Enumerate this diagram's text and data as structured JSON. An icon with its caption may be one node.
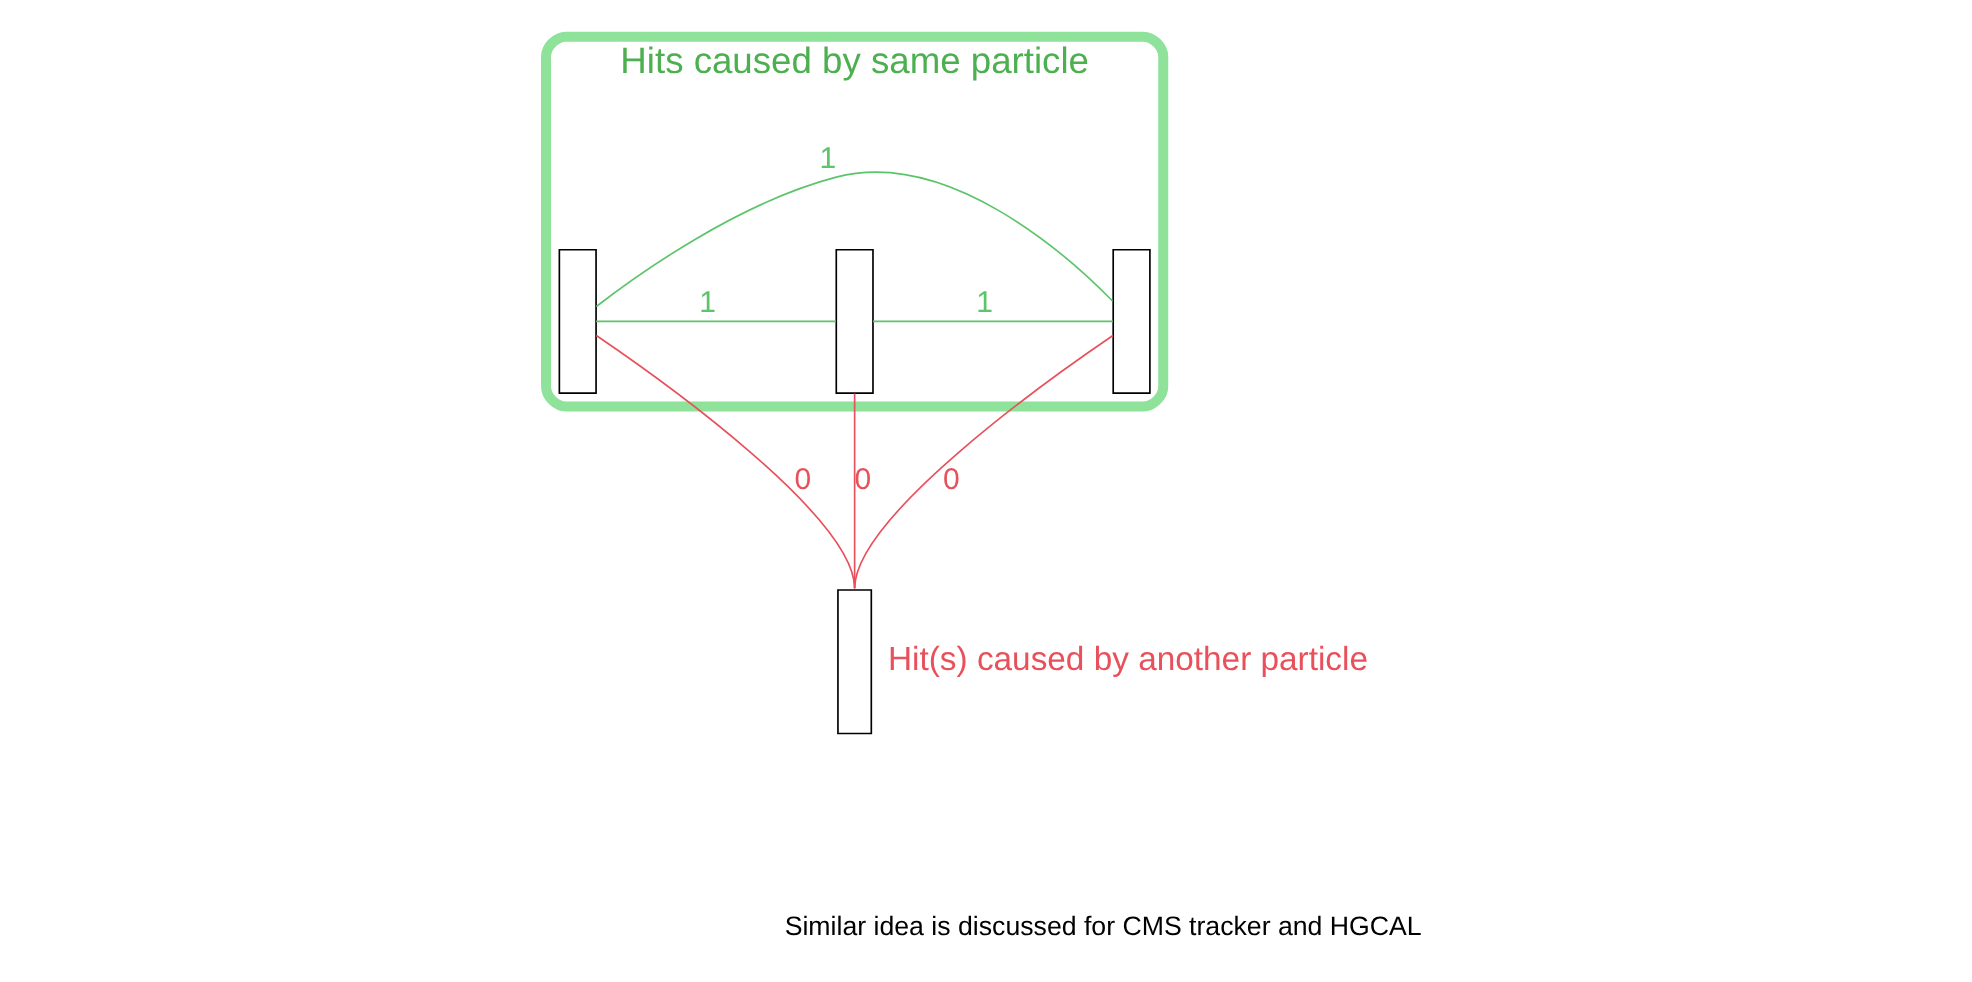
{
  "diagram": {
    "nodes": [
      {
        "text": [
          "Hits caused by same particle"
        ]
      },
      {
        "text": [],
        "shape": "bar",
        "in": 0
      },
      {
        "text": [],
        "shape": "bar",
        "in": 0
      },
      {
        "text": [],
        "shape": "bar",
        "in": 0
      },
      {
        "text": [],
        "shape": "bar",
        "beside": [
          "Hit(s) caused by another particle"
        ]
      }
    ],
    "edges": [
      {
        "from": 1,
        "to": 3,
        "arrow": "none",
        "label": "1",
        "color": "#5cc46a"
      },
      {
        "from": 1,
        "to": 2,
        "arrow": "none",
        "label": "1",
        "color": "#5cc46a"
      },
      {
        "from": 2,
        "to": 3,
        "arrow": "none",
        "label": "1",
        "color": "#5cc46a"
      },
      {
        "from": 1,
        "to": 4,
        "arrow": "none",
        "label": "0",
        "color": "#e8505b"
      },
      {
        "from": 2,
        "to": 4,
        "arrow": "none",
        "label": "0",
        "color": "#e8505b"
      },
      {
        "from": 3,
        "to": 4,
        "arrow": "none",
        "label": "0",
        "color": "#e8505b"
      }
    ],
    "labels": [
      "Similar idea is discussed for CMS tracker and HGCAL"
    ]
  }
}
